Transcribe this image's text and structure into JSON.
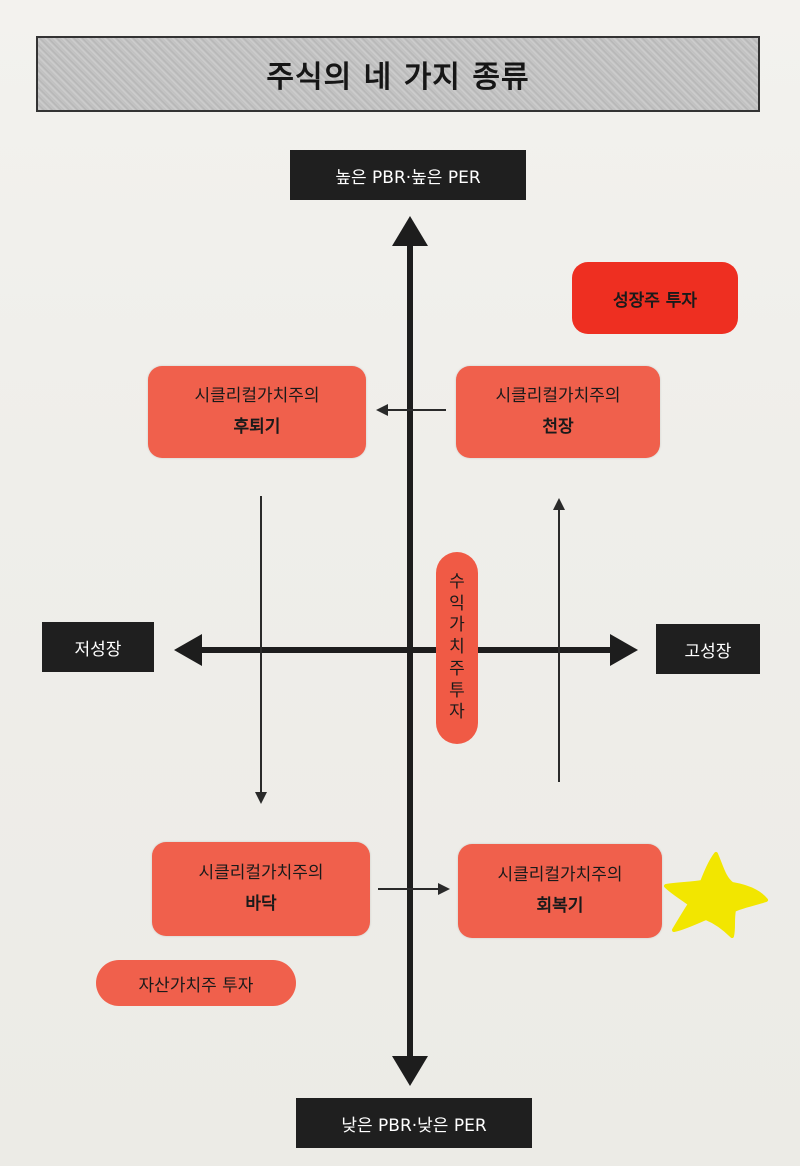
{
  "title": "주식의 네 가지 종류",
  "axes": {
    "top": "높은 PBR·높은 PER",
    "bottom": "낮은 PBR·낮은 PER",
    "left": "저성장",
    "right": "고성장"
  },
  "quadrants": {
    "top_left": {
      "line1": "시클리컬가치주의",
      "line2": "후퇴기"
    },
    "top_right": {
      "line1": "시클리컬가치주의",
      "line2": "천장"
    },
    "bottom_left": {
      "line1": "시클리컬가치주의",
      "line2": "바닥"
    },
    "bottom_right": {
      "line1": "시클리컬가치주의",
      "line2": "회복기"
    }
  },
  "growth_investing": "성장주 투자",
  "earnings_value_investing": [
    "수",
    "익",
    "가",
    "치",
    "주",
    "투",
    "자"
  ],
  "asset_value_investing": "자산가치주 투자",
  "colors": {
    "box": "#f0604c",
    "growth_box": "#ee2f21",
    "label_dark": "#1f1f1f",
    "highlight_star": "#f2e600"
  },
  "icons": [
    "star-icon"
  ]
}
